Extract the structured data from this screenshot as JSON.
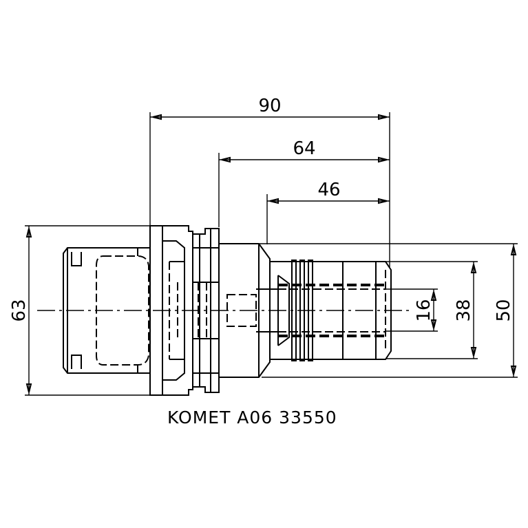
{
  "drawing": {
    "caption": "KOMET A06 33550",
    "dimensions": {
      "length_total": "90",
      "length_mid": "64",
      "length_short": "46",
      "diameter_flange": "63",
      "diameter_body": "50",
      "diameter_collet": "38",
      "diameter_bore": "16"
    }
  }
}
